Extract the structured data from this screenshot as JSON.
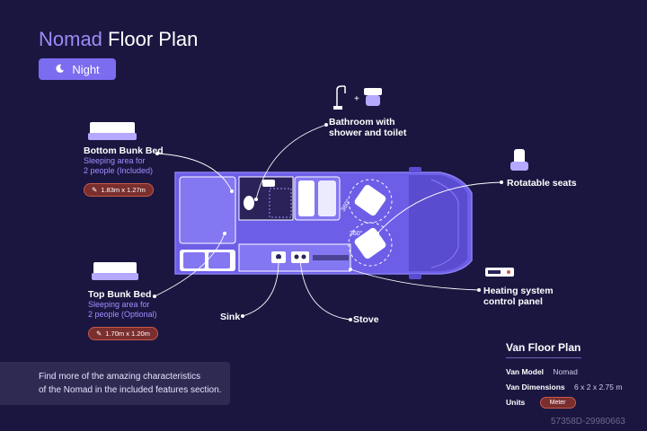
{
  "header": {
    "title_accent": "Nomad",
    "title_rest": "Floor Plan"
  },
  "toggle": {
    "label": "Night",
    "icon": "moon-icon"
  },
  "callouts": {
    "bathroom": {
      "title_line1": "Bathroom with",
      "title_line2": "shower and toilet"
    },
    "bottom_bunk": {
      "title": "Bottom Bunk Bed",
      "sub_line1": "Sleeping area for",
      "sub_line2": "2 people (Included)",
      "dims": "1.83m x 1.27m"
    },
    "top_bunk": {
      "title": "Top Bunk Bed",
      "sub_line1": "Sleeping area for",
      "sub_line2": "2 people (Optional)",
      "dims": "1.70m x 1.20m"
    },
    "rotatable_seats": {
      "title": "Rotatable seats"
    },
    "heating": {
      "title_line1": "Heating system",
      "title_line2": "control panel"
    },
    "sink": {
      "title": "Sink"
    },
    "stove": {
      "title": "Stove"
    }
  },
  "floorplan": {
    "rotation_label_1": "360°",
    "rotation_label_2": "360°"
  },
  "info": {
    "line1": "Find more of the amazing characteristics",
    "line2": "of the Nomad in the included features section."
  },
  "legend": {
    "title": "Van Floor Plan",
    "model_key": "Van Model",
    "model_value": "Nomad",
    "dims_key": "Van Dimensions",
    "dims_value": "6 x 2 x 2.75 m",
    "units_key": "Units",
    "units_value": "Meter"
  },
  "watermark": {
    "text": "57358D-29980663"
  },
  "colors": {
    "background": "#1b1640",
    "van_body": "#6d5ee8",
    "accent": "#9a8cf5",
    "badge": "#7a2e2e"
  }
}
